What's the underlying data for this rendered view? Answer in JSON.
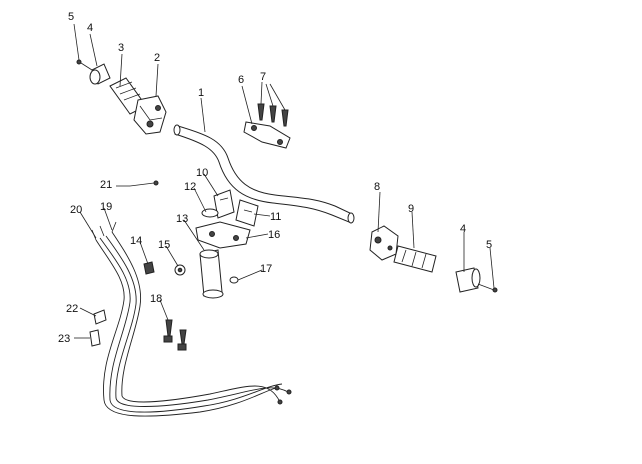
{
  "diagram": {
    "callouts": [
      {
        "id": "c5a",
        "label": "5"
      },
      {
        "id": "c4a",
        "label": "4"
      },
      {
        "id": "c3",
        "label": "3"
      },
      {
        "id": "c2",
        "label": "2"
      },
      {
        "id": "c1",
        "label": "1"
      },
      {
        "id": "c6",
        "label": "6"
      },
      {
        "id": "c7",
        "label": "7"
      },
      {
        "id": "c21",
        "label": "21"
      },
      {
        "id": "c10",
        "label": "10"
      },
      {
        "id": "c12",
        "label": "12"
      },
      {
        "id": "c11",
        "label": "11"
      },
      {
        "id": "c20",
        "label": "20"
      },
      {
        "id": "c19",
        "label": "19"
      },
      {
        "id": "c13",
        "label": "13"
      },
      {
        "id": "c16",
        "label": "16"
      },
      {
        "id": "c14",
        "label": "14"
      },
      {
        "id": "c15",
        "label": "15"
      },
      {
        "id": "c17",
        "label": "17"
      },
      {
        "id": "c8",
        "label": "8"
      },
      {
        "id": "c9",
        "label": "9"
      },
      {
        "id": "c4b",
        "label": "4"
      },
      {
        "id": "c5b",
        "label": "5"
      },
      {
        "id": "c18",
        "label": "18"
      },
      {
        "id": "c22",
        "label": "22"
      },
      {
        "id": "c23",
        "label": "23"
      }
    ]
  }
}
